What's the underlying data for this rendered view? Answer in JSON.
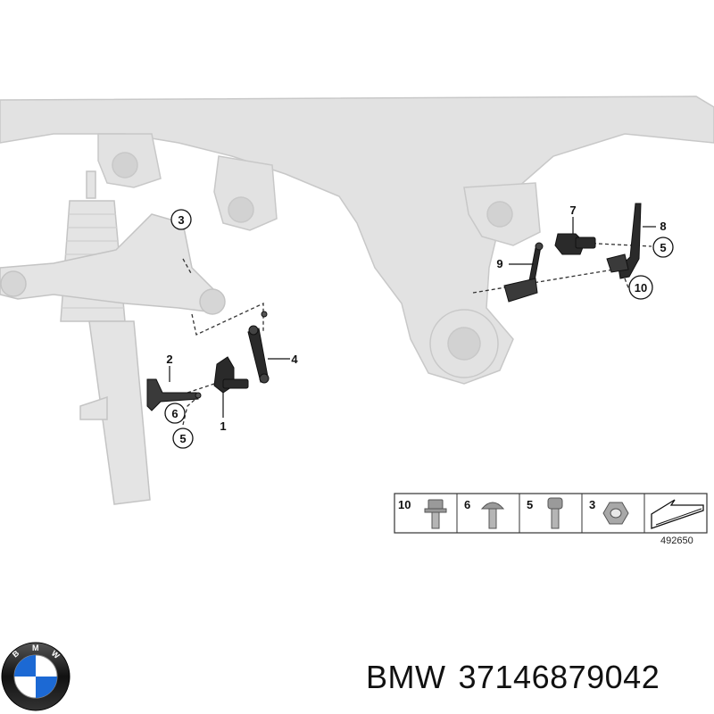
{
  "diagram": {
    "callouts": [
      "1",
      "2",
      "3",
      "4",
      "5",
      "6",
      "7",
      "8",
      "9",
      "10"
    ],
    "legend": {
      "items": [
        {
          "number": "10",
          "part": "flange-bolt"
        },
        {
          "number": "6",
          "part": "pan-head-screw"
        },
        {
          "number": "5",
          "part": "torx-screw"
        },
        {
          "number": "3",
          "part": "hex-nut"
        }
      ],
      "diagram_code": "492650"
    }
  },
  "brand": {
    "logo_lettering": "BMW",
    "name": "BMW",
    "part_number": "37146879042"
  },
  "colors": {
    "subframe": "#dcdcdc",
    "parts": "#2a2a2a",
    "logo_blue": "#1c69d4",
    "logo_ring": "#111111"
  }
}
